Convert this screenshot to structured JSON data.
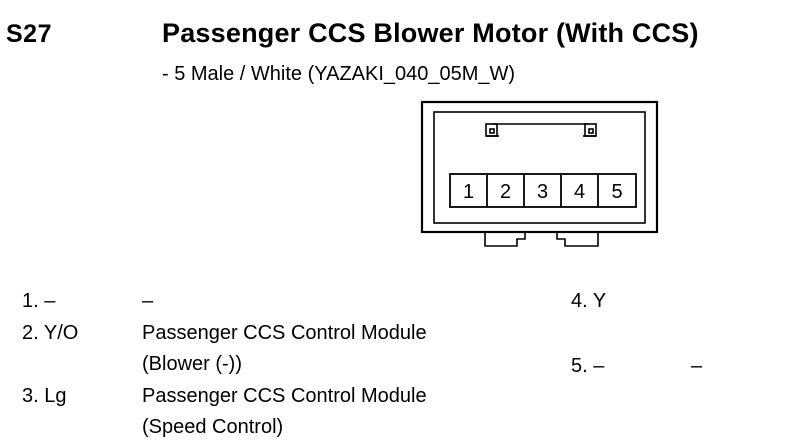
{
  "header": {
    "code": "S27",
    "title": "Passenger CCS Blower Motor (With CCS)",
    "subtitle": "- 5 Male / White (YAZAKI_040_05M_W)"
  },
  "connector": {
    "pins": [
      "1",
      "2",
      "3",
      "4",
      "5"
    ]
  },
  "pinout": [
    {
      "num": "1. –",
      "desc": [
        "–"
      ]
    },
    {
      "num": "2. Y/O",
      "desc": [
        "Passenger CCS Control Module",
        "(Blower (-))"
      ]
    },
    {
      "num": "3. Lg",
      "desc": [
        "Passenger CCS Control Module",
        "(Speed Control)"
      ]
    },
    {
      "num": "4. Y",
      "desc": [
        ""
      ]
    },
    {
      "num": "5. –",
      "desc": [
        "–"
      ]
    }
  ]
}
